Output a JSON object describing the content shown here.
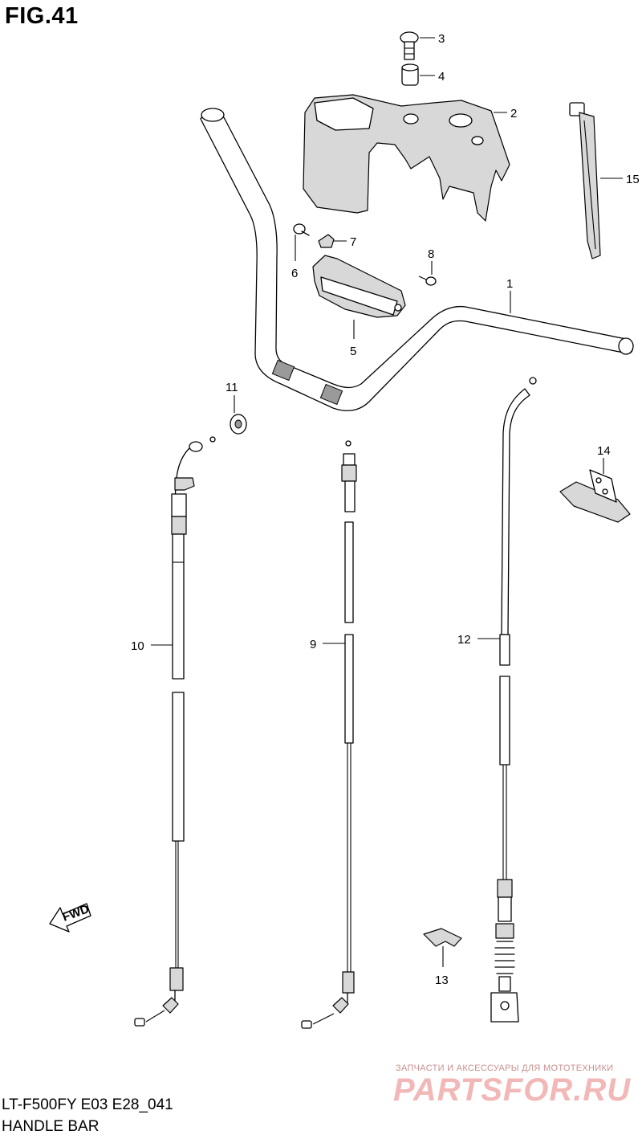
{
  "figure": {
    "title": "FIG.41",
    "model_code": "LT-F500FY E03 E28_041",
    "section_name": "HANDLE BAR"
  },
  "parts": [
    {
      "ref": "1"
    },
    {
      "ref": "2"
    },
    {
      "ref": "3"
    },
    {
      "ref": "4"
    },
    {
      "ref": "5"
    },
    {
      "ref": "6"
    },
    {
      "ref": "7"
    },
    {
      "ref": "8"
    },
    {
      "ref": "9"
    },
    {
      "ref": "10"
    },
    {
      "ref": "11"
    },
    {
      "ref": "12"
    },
    {
      "ref": "13"
    },
    {
      "ref": "14"
    },
    {
      "ref": "15"
    }
  ],
  "direction_arrow": {
    "label": "FWD"
  },
  "watermark": {
    "caption": "ЗАПЧАСТИ И АКСЕССУАРЫ ДЛЯ МОТОТЕХНИКИ",
    "brand": "PARTSFOR.RU"
  }
}
